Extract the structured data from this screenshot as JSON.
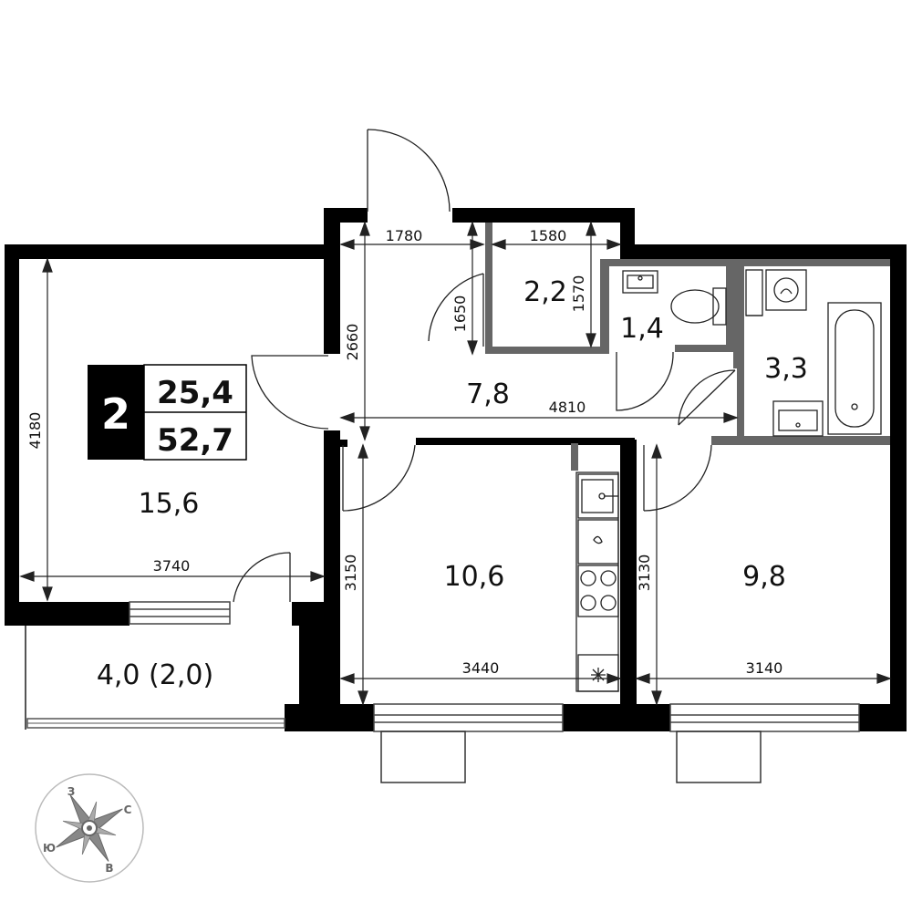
{
  "badge": {
    "rooms": "2",
    "living_area": "25,4",
    "total_area": "52,7"
  },
  "rooms": {
    "living_room": "15,6",
    "balcony": "4,0 (2,0)",
    "hall": "7,8",
    "storage": "2,2",
    "toilet": "1,4",
    "bathroom": "3,3",
    "kitchen": "10,6",
    "bedroom": "9,8"
  },
  "dimensions": {
    "living_height": "4180",
    "living_width": "3740",
    "hall_top": "1780",
    "hall_height": "2660",
    "hall_length": "4810",
    "storage_width": "1580",
    "storage_height": "1570",
    "storage_door": "1650",
    "kitchen_height": "3150",
    "kitchen_width": "3440",
    "bedroom_height": "3130",
    "bedroom_width": "3140"
  },
  "compass": {
    "west": "З",
    "north": "С",
    "east": "В",
    "south": "Ю"
  }
}
